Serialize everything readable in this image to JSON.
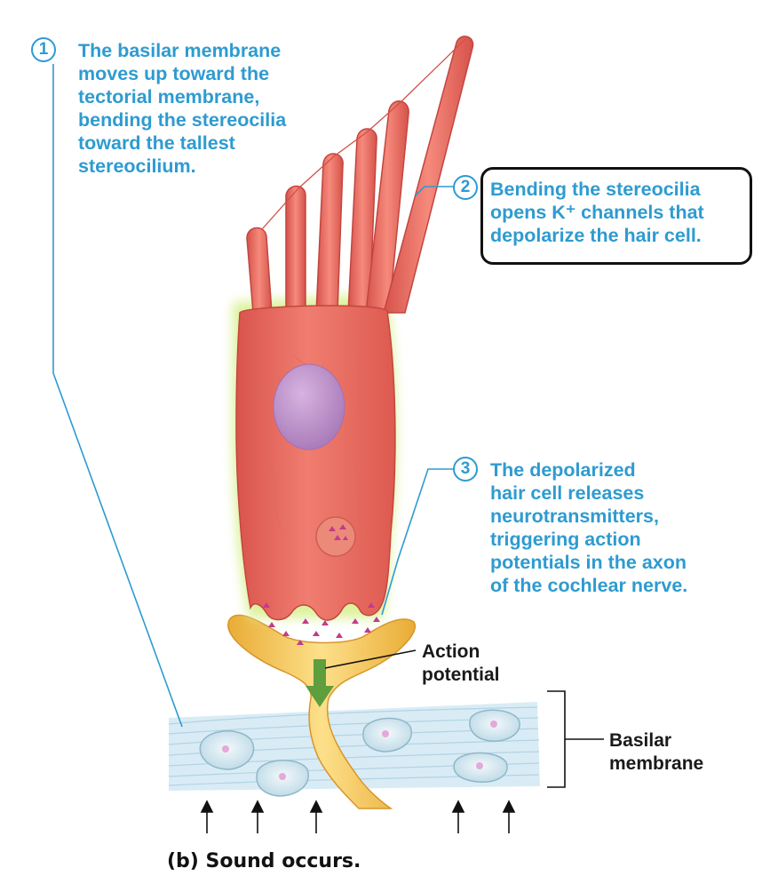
{
  "steps": [
    {
      "number": "1",
      "lines": [
        "The basilar membrane",
        "moves up toward the",
        "tectorial membrane,",
        "bending the stereocilia",
        "toward the tallest",
        "stereocilium."
      ]
    },
    {
      "number": "2",
      "lines": [
        "Bending the stereocilia",
        "opens K⁺ channels that",
        "depolarize the hair cell."
      ]
    },
    {
      "number": "3",
      "lines": [
        "The depolarized",
        "hair cell releases",
        "neurotransmitters,",
        "triggering action",
        "potentials in the axon",
        "of the cochlear nerve."
      ]
    }
  ],
  "labels": {
    "action_potential": [
      "Action",
      "potential"
    ],
    "basilar_membrane": [
      "Basilar",
      "membrane"
    ]
  },
  "caption": "(b) Sound occurs.",
  "colors": {
    "step_text": "#2e9bd0",
    "hair_cell": "#ea6a5e",
    "nucleus": "#b98ac4",
    "nerve": "#f2c14e",
    "membrane": "#cfe6f2",
    "arrow": "#5e9e3c"
  }
}
